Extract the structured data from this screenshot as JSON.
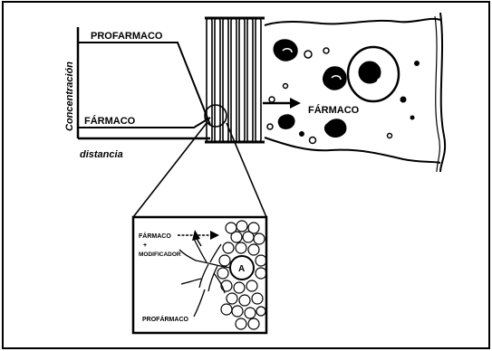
{
  "labels": {
    "y_axis": "Concentración",
    "x_axis": "distancia",
    "prodrug_curve": "PROFARMACO",
    "drug_curve": "FÁRMACO",
    "drug_arrow": "FÁRMACO",
    "inset_drug": "FÁRMACO",
    "inset_plus": "+",
    "inset_modifier": "MODIFICADOR",
    "inset_prodrug": "PROFÁRMACO",
    "inset_circle": "A"
  },
  "colors": {
    "ink": "#000000",
    "paper": "#ffffff"
  }
}
